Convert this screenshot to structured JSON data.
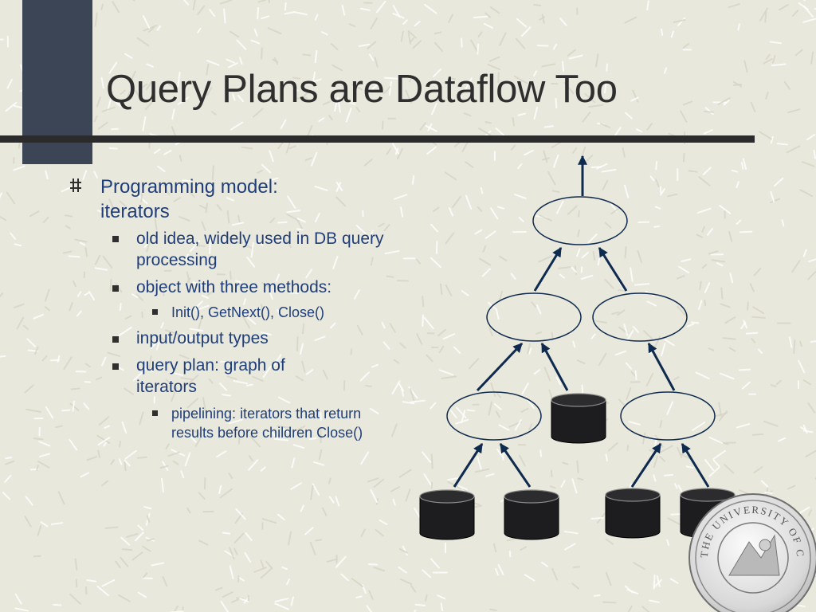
{
  "slide": {
    "title": "Query Plans are Dataflow Too",
    "bullets": [
      {
        "text": "Programming model: iterators",
        "children": [
          {
            "text": "old idea, widely used in DB query processing"
          },
          {
            "text": "object with three methods:",
            "children": [
              {
                "text": "Init(), GetNext(), Close()"
              }
            ]
          },
          {
            "text": "input/output types"
          },
          {
            "text": "query plan: graph of iterators",
            "children": [
              {
                "text": "pipelining: iterators that return results before children Close()"
              }
            ]
          }
        ]
      }
    ]
  },
  "seal_text": "THE UNIVERSITY OF CALIFORNIA",
  "colors": {
    "background": "#e9e8dc",
    "accent_block": "#3c4556",
    "rule": "#2b2b2b",
    "title": "#2f2f2f",
    "bullet_text": "#1f3e79",
    "arrow": "#0f2a4f",
    "cylinder": "#1d1d1f"
  },
  "icons": {
    "level1_bullet": "hash-bullet-icon",
    "level2_bullet": "square-bullet-icon",
    "level3_bullet": "small-square-bullet-icon",
    "operator": "ellipse-operator-icon",
    "table": "database-cylinder-icon",
    "seal": "university-seal-icon"
  }
}
